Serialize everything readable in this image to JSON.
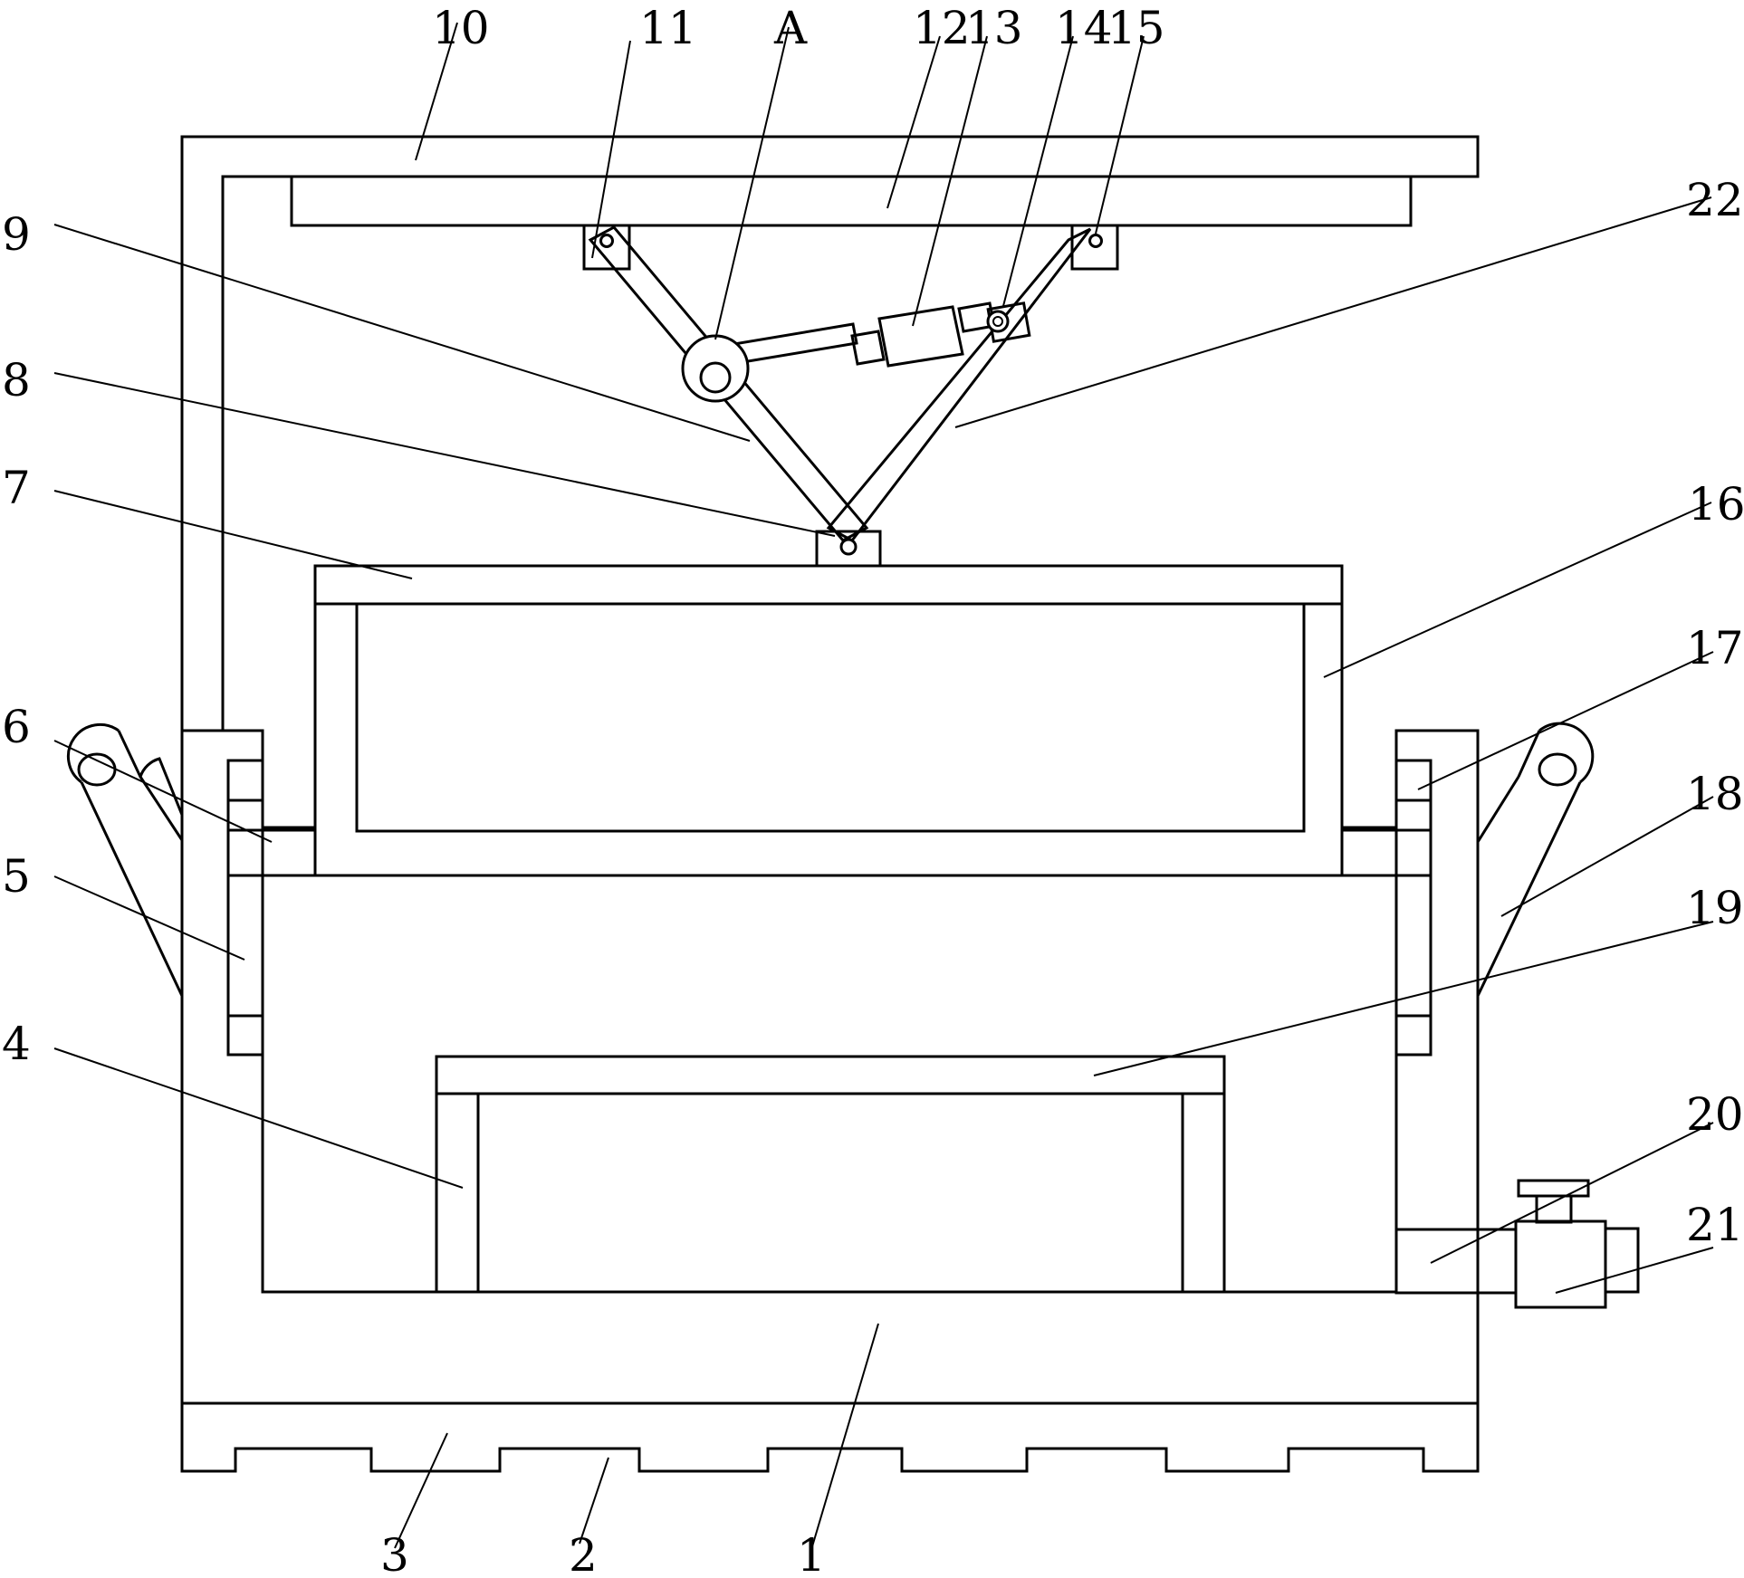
{
  "diagram": {
    "labels": {
      "l1": "1",
      "l2": "2",
      "l3": "3",
      "l4": "4",
      "l5": "5",
      "l6": "6",
      "l7": "7",
      "l8": "8",
      "l9": "9",
      "l10": "10",
      "l11": "11",
      "lA": "A",
      "l12": "12",
      "l13": "13",
      "l14": "14",
      "l15": "15",
      "l16": "16",
      "l17": "17",
      "l18": "18",
      "l19": "19",
      "l20": "20",
      "l21": "21",
      "l22": "22"
    }
  }
}
